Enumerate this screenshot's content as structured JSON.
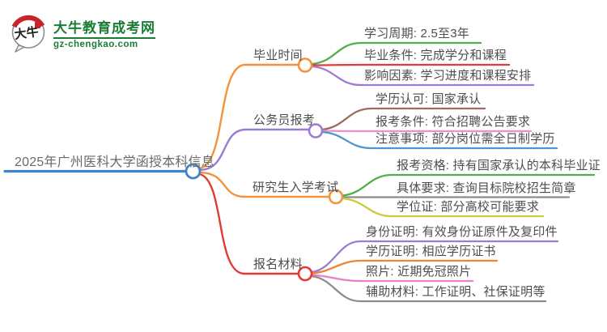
{
  "logo": {
    "icon_text": "大牛",
    "brand": "大牛教育成考网",
    "domain": "gz-chengkao.com",
    "brand_color": "#1a7d36",
    "seal_color": "#c9242b"
  },
  "mindmap": {
    "root": {
      "label": "2025年广州医科大学函授本科信息",
      "color": "#3d85c8"
    },
    "branches": [
      {
        "label": "毕业时间",
        "color": "#f5923e",
        "children": [
          {
            "label": "学习周期: 2.5至3年",
            "color": "#52ae48"
          },
          {
            "label": "毕业条件: 完成学分和课程",
            "color": "#e23b36"
          },
          {
            "label": "影响因素: 学习进度和课程安排",
            "color": "#9b7cd4"
          }
        ]
      },
      {
        "label": "公务员报考",
        "color": "#9b7cd4",
        "children": [
          {
            "label": "学历认可: 国家承认",
            "color": "#a06a60"
          },
          {
            "label": "报考条件: 符合招聘公告要求",
            "color": "#ef8fc6"
          },
          {
            "label": "注意事项: 部分岗位需全日制学历",
            "color": "#4e96d1"
          }
        ]
      },
      {
        "label": "研究生入学考试",
        "color": "#f5923e",
        "children": [
          {
            "label": "报考资格: 持有国家承认的本科毕业证",
            "color": "#52ae48"
          },
          {
            "label": "具体要求: 查询目标院校招生简章",
            "color": "#8c8c8c"
          },
          {
            "label": "学位证: 部分高校可能要求",
            "color": "#c8cc3e"
          }
        ]
      },
      {
        "label": "报名材料",
        "color": "#e23b36",
        "children": [
          {
            "label": "身份证明: 有效身份证原件及复印件",
            "color": "#9b7cd4"
          },
          {
            "label": "学历证明: 相应学历证书",
            "color": "#ef8432"
          },
          {
            "label": "照片: 近期免冠照片",
            "color": "#e87fc8"
          },
          {
            "label": "辅助材料: 工作证明、社保证明等",
            "color": "#8c8c8c"
          }
        ]
      }
    ]
  }
}
